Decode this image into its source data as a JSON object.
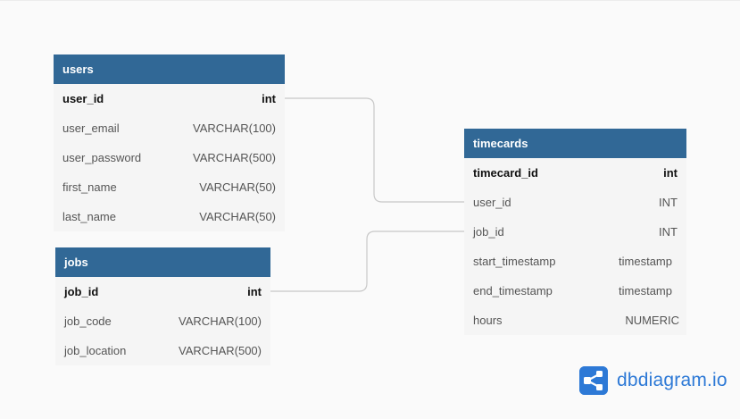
{
  "tables": {
    "users": {
      "name": "users",
      "columns": [
        {
          "name": "user_id",
          "type": "int",
          "pk": true
        },
        {
          "name": "user_email",
          "type": "VARCHAR(100)",
          "pk": false
        },
        {
          "name": "user_password",
          "type": "VARCHAR(500)",
          "pk": false
        },
        {
          "name": "first_name",
          "type": "VARCHAR(50)",
          "pk": false
        },
        {
          "name": "last_name",
          "type": "VARCHAR(50)",
          "pk": false
        }
      ]
    },
    "jobs": {
      "name": "jobs",
      "columns": [
        {
          "name": "job_id",
          "type": "int",
          "pk": true
        },
        {
          "name": "job_code",
          "type": "VARCHAR(100)",
          "pk": false
        },
        {
          "name": "job_location",
          "type": "VARCHAR(500)",
          "pk": false
        }
      ]
    },
    "timecards": {
      "name": "timecards",
      "columns": [
        {
          "name": "timecard_id",
          "type": "int",
          "pk": true
        },
        {
          "name": "user_id",
          "type": "INT",
          "pk": false
        },
        {
          "name": "job_id",
          "type": "INT",
          "pk": false
        },
        {
          "name": "start_timestamp",
          "type": "timestamp",
          "pk": false
        },
        {
          "name": "end_timestamp",
          "type": "timestamp",
          "pk": false
        },
        {
          "name": "hours",
          "type": "NUMERIC",
          "pk": false
        }
      ]
    }
  },
  "relationships": [
    {
      "from": "users.user_id",
      "to": "timecards.user_id"
    },
    {
      "from": "jobs.job_id",
      "to": "timecards.job_id"
    }
  ],
  "branding": {
    "logo_text": "dbdiagram.io",
    "logo_icon": "share-nodes-icon",
    "color": "#2d79d6"
  },
  "colors": {
    "header": "#316896",
    "connector": "#c8c8c8"
  }
}
